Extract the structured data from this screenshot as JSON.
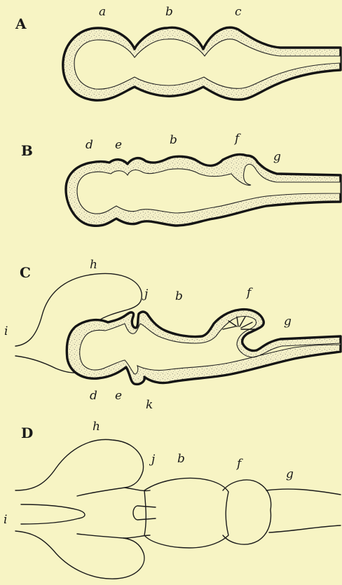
{
  "figure": {
    "panels": [
      {
        "id": "A",
        "letter": "A",
        "labels": [
          "a",
          "b",
          "c"
        ]
      },
      {
        "id": "B",
        "letter": "B",
        "labels": [
          "d",
          "e",
          "b",
          "f",
          "g"
        ]
      },
      {
        "id": "C",
        "letter": "C",
        "labels": [
          "h",
          "i",
          "j",
          "b",
          "f",
          "g",
          "d",
          "e",
          "k"
        ]
      },
      {
        "id": "D",
        "letter": "D",
        "labels": [
          "h",
          "j",
          "b",
          "f",
          "g",
          "i"
        ]
      }
    ]
  },
  "colors": {
    "paper": "#f7f4c4",
    "ink": "#151515",
    "stipple": "#555555"
  }
}
